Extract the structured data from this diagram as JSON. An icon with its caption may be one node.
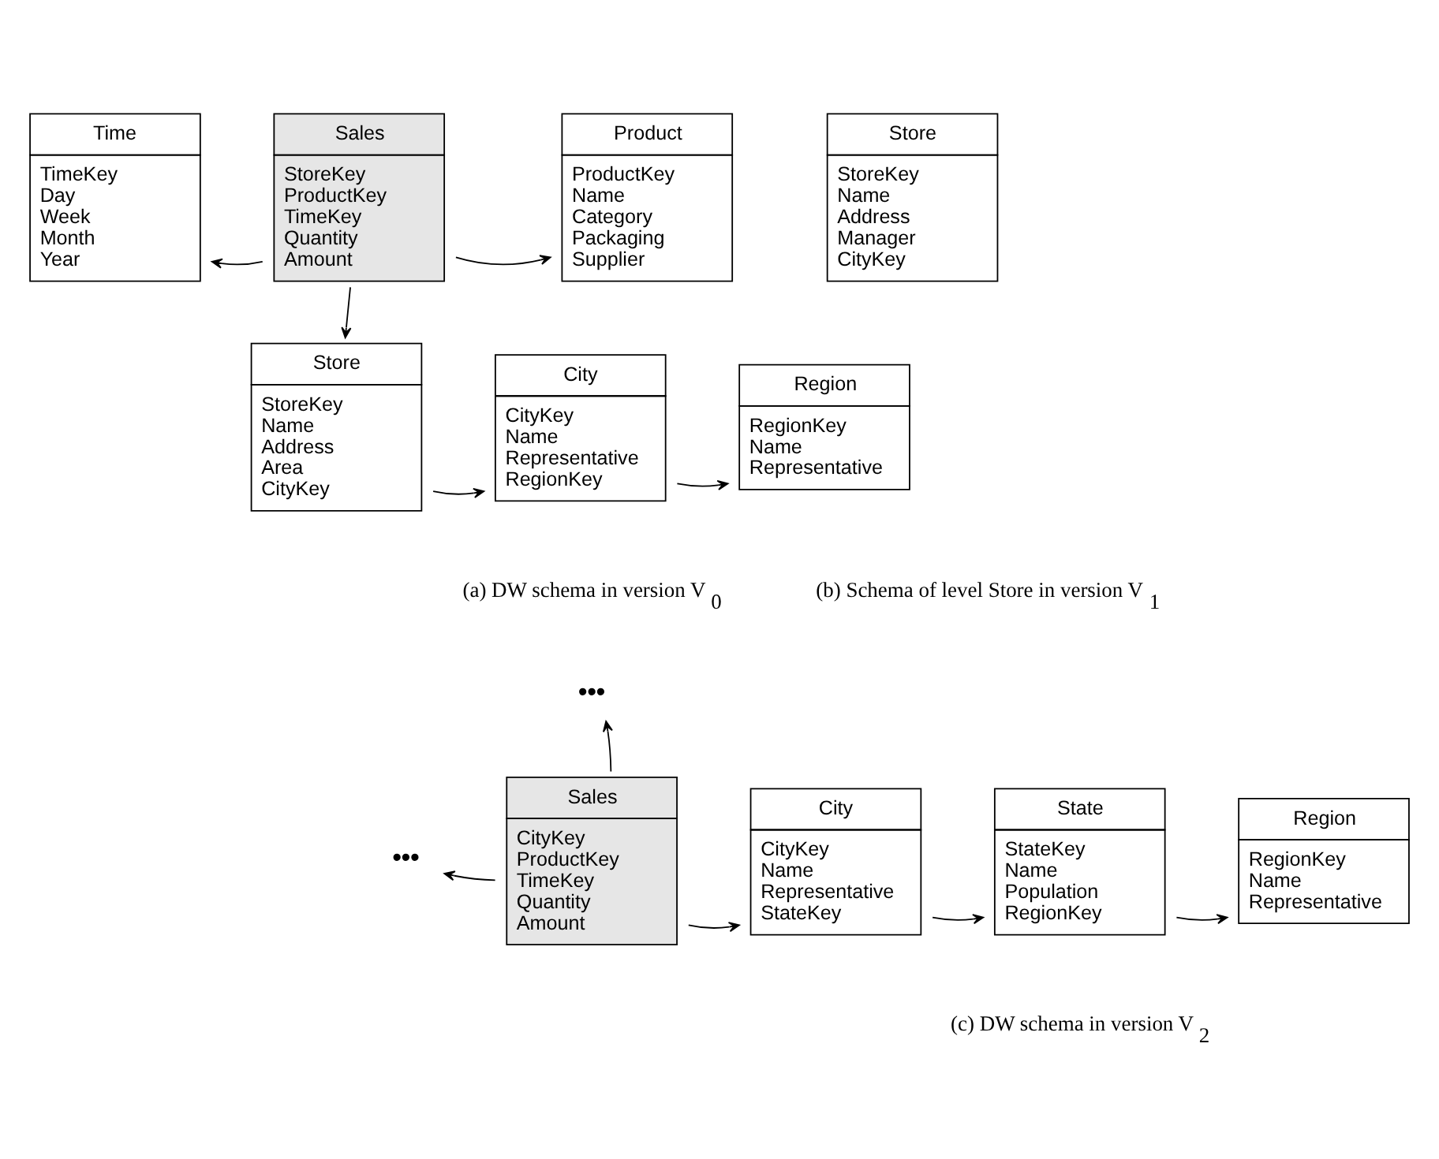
{
  "diagram": {
    "nodes": [
      {
        "text": [
          "Time",
          "TimeKey",
          "Day",
          "Week",
          "Month",
          "Year"
        ]
      },
      {
        "text": [
          "Sales",
          "StoreKey",
          "ProductKey",
          "TimeKey",
          "Quantity",
          "Amount"
        ]
      },
      {
        "text": [
          "Product",
          "ProductKey",
          "Name",
          "Category",
          "Packaging",
          "Supplier"
        ]
      },
      {
        "text": [
          "Store",
          "StoreKey",
          "Name",
          "Address",
          "Area",
          "CityKey"
        ]
      },
      {
        "text": [
          "City",
          "CityKey",
          "Name",
          "Representative",
          "RegionKey"
        ]
      },
      {
        "text": [
          "Region",
          "RegionKey",
          "Name",
          "Representative"
        ]
      },
      {
        "text": [
          "Store",
          "StoreKey",
          "Name",
          "Address",
          "Manager",
          "CityKey"
        ]
      },
      {
        "text": [
          "•••"
        ]
      },
      {
        "text": [
          "Sales",
          "CityKey",
          "ProductKey",
          "TimeKey",
          "Quantity",
          "Amount"
        ]
      },
      {
        "text": [
          "City",
          "CityKey",
          "Name",
          "Representative",
          "StateKey"
        ]
      },
      {
        "text": [
          "State",
          "StateKey",
          "Name",
          "Population",
          "RegionKey"
        ]
      },
      {
        "text": [
          "Region",
          "RegionKey",
          "Name",
          "Representative"
        ]
      },
      {
        "text": [
          "•••"
        ]
      }
    ],
    "edges": [
      {
        "from": 1,
        "to": 0,
        "arrow": "to"
      },
      {
        "from": 1,
        "to": 2,
        "arrow": "to"
      },
      {
        "from": 1,
        "to": 3,
        "arrow": "to"
      },
      {
        "from": 3,
        "to": 4,
        "arrow": "to"
      },
      {
        "from": 4,
        "to": 5,
        "arrow": "to"
      },
      {
        "from": 8,
        "to": 7,
        "arrow": "to"
      },
      {
        "from": 8,
        "to": 12,
        "arrow": "to"
      },
      {
        "from": 8,
        "to": 9,
        "arrow": "to"
      },
      {
        "from": 9,
        "to": 10,
        "arrow": "to"
      },
      {
        "from": 10,
        "to": 11,
        "arrow": "to"
      }
    ],
    "labels": [
      "(a) DW schema in version V$_{0}$",
      "(b) Schema of level Store in version V$_{1}$",
      "(c) DW schema in version V$_{2}$"
    ]
  }
}
